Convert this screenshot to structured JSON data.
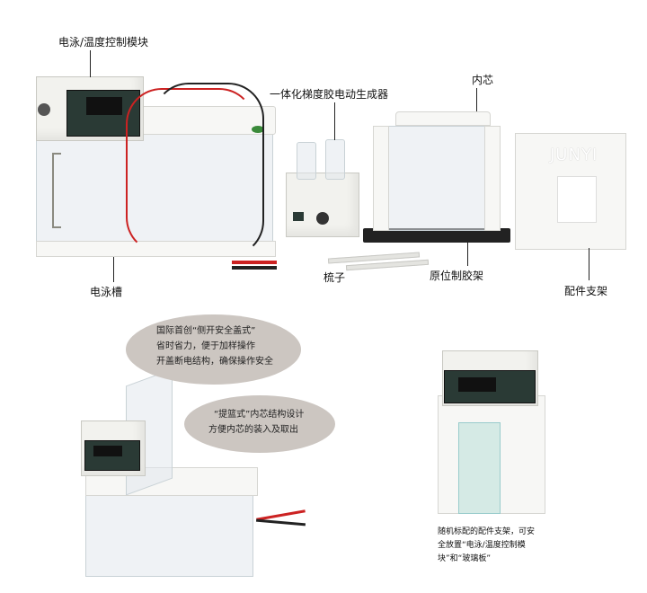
{
  "labels": {
    "control_module": "电泳/温度控制模块",
    "gradient_maker": "一体化梯度胶电动生成器",
    "inner_core": "内芯",
    "comb": "梳子",
    "casting_stand": "原位制胶架",
    "accessory_stand": "配件支架",
    "tank": "电泳槽"
  },
  "brand": "JUNYI",
  "bubble1": [
    "国际首创“侧开安全盖式”",
    "省时省力，便于加样操作",
    "开盖断电结构，确保操作安全"
  ],
  "bubble2": [
    "“提篮式”内芯结构设计",
    "方便内芯的装入及取出"
  ],
  "caption": [
    "随机标配的配件支架，可安",
    "全放置“电泳/温度控制模",
    "块”和“玻璃板”"
  ],
  "colors": {
    "bubble": "#ccc6c1",
    "panel": "#2a3a35",
    "accent_green": "#3a8a3a",
    "display": "#e33333"
  }
}
